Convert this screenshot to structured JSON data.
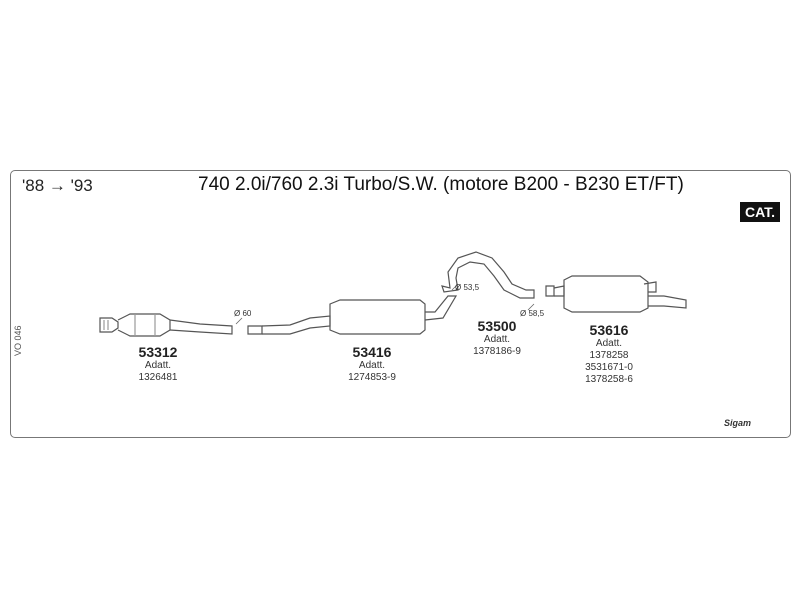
{
  "header": {
    "years": "'88 → '93",
    "title": "740 2.0i/760 2.3i Turbo/S.W. (motore B200 - B230 ET/FT)",
    "badge": "CAT."
  },
  "side_code": "VO 046",
  "diameters": {
    "d1": "Ø 60",
    "d2": "Ø 53,5",
    "d3": "Ø 58,5"
  },
  "parts": [
    {
      "number": "53312",
      "label": "Adatt.",
      "refs": [
        "1326481"
      ]
    },
    {
      "number": "53416",
      "label": "Adatt.",
      "refs": [
        "1274853-9"
      ]
    },
    {
      "number": "53500",
      "label": "Adatt.",
      "refs": [
        "1378186-9"
      ]
    },
    {
      "number": "53616",
      "label": "Adatt.",
      "refs": [
        "1378258",
        "3531671-0",
        "1378258-6"
      ]
    }
  ],
  "logo": "Sigam"
}
